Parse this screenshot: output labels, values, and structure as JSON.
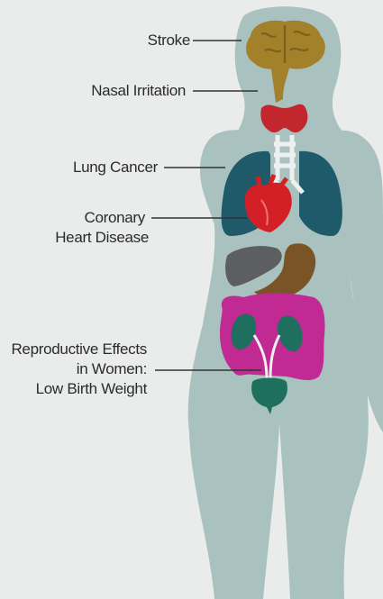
{
  "labels": {
    "stroke": "Stroke",
    "nasal": "Nasal Irritation",
    "lung": "Lung Cancer",
    "heart": [
      "Coronary",
      "Heart Disease"
    ],
    "repro": [
      "Reproductive Effects",
      "in Women:",
      "Low Birth Weight"
    ]
  },
  "colors": {
    "background": "#e9ecea",
    "body": "#a9c1bf",
    "brain": "#a3802a",
    "thyroid": "#c1272d",
    "lungs": "#1f5a6a",
    "heart": "#d32027",
    "liver": "#5d5e60",
    "stomach": "#7a5426",
    "intestines": "#c02a92",
    "kidneys": "#1f6f5e",
    "bladder": "#1f6f5e",
    "trachea": "#eef0ef",
    "leader": "#333333"
  }
}
